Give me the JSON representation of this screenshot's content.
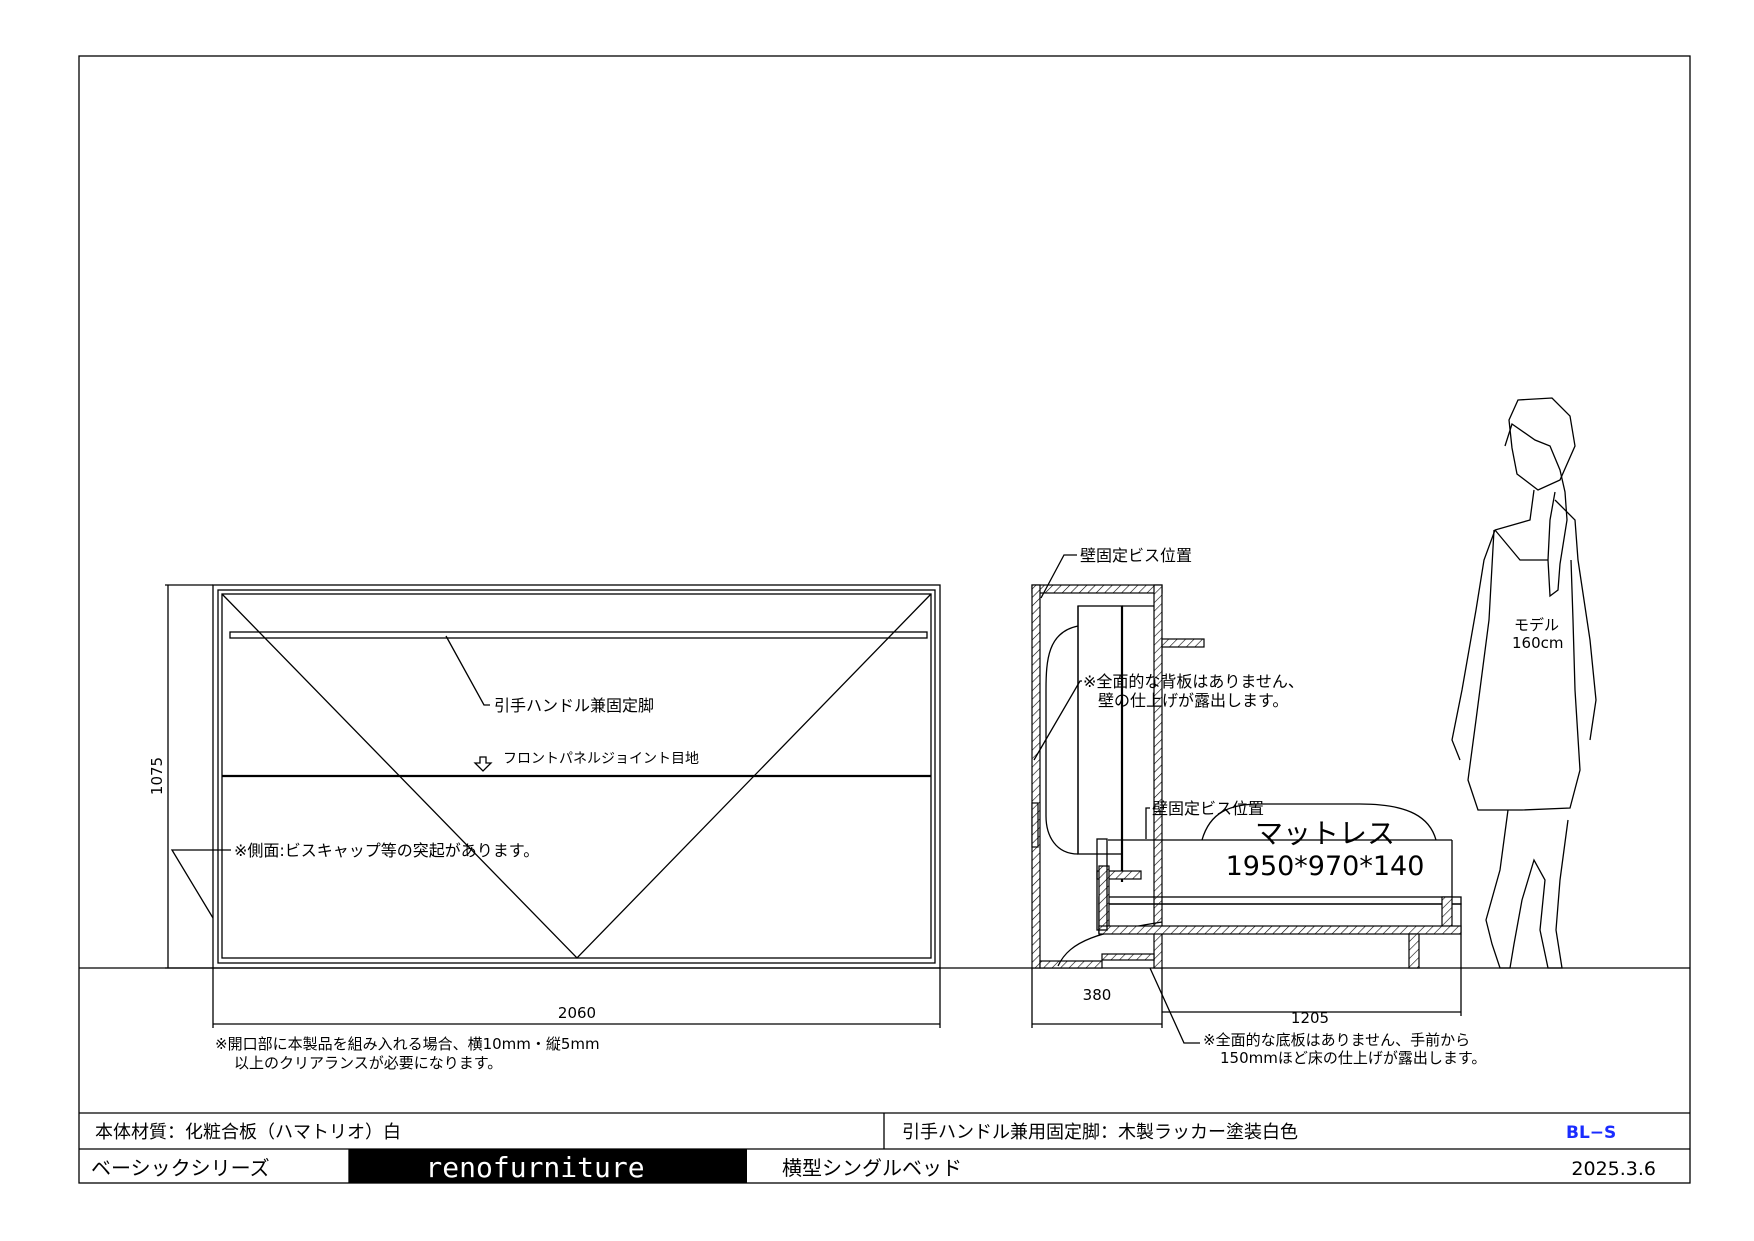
{
  "front_view": {
    "note_handle": "引手ハンドル兼固定脚",
    "note_joint": "フロントパネルジョイント目地",
    "note_side": "※側面:ビスキャップ等の突起があります。",
    "dim_height": "1075",
    "dim_width": "2060",
    "note_clearance_1": "※開口部に本製品を組み入れる場合、横10mm・縦5mm",
    "note_clearance_2": "以上のクリアランスが必要になります。"
  },
  "side_view": {
    "note_screw_top": "壁固定ビス位置",
    "note_back_1": "※全面的な背板はありません、",
    "note_back_2": "壁の仕上げが露出します。",
    "note_screw_mid": "壁固定ビス位置",
    "mattress_label": "マットレス",
    "mattress_size": "1950*970*140",
    "dim_depth_closed": "380",
    "dim_depth_open": "1205",
    "note_bottom_1": "※全面的な底板はありません、手前から",
    "note_bottom_2": "150mmほど床の仕上げが露出します。"
  },
  "figure": {
    "label_model": "モデル",
    "label_height": "160cm"
  },
  "title_block": {
    "material": "本体材質：化粧合板（ハマトリオ）白",
    "handle_material": "引手ハンドル兼用固定脚：木製ラッカー塗装白色",
    "model_code": "BL−S",
    "series": "ベーシックシリーズ",
    "brand": "renofurniture",
    "product_name": "横型シングルベッド",
    "date": "2025.3.6"
  },
  "colors": {
    "model_code": "#1a2cff",
    "brand_bg": "#000000",
    "brand_fg": "#ffffff"
  }
}
